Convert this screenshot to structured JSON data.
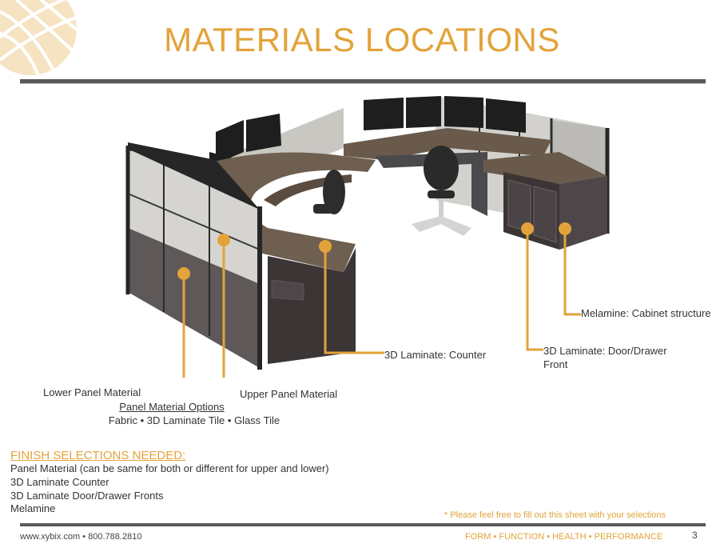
{
  "title": "MATERIALS LOCATIONS",
  "callouts": {
    "lower_panel": "Lower Panel Material",
    "upper_panel": "Upper Panel Material",
    "counter": "3D Laminate: Counter",
    "door_line1": "3D Laminate: Door/Drawer",
    "door_line2": "Front",
    "cabinet": "Melamine: Cabinet structure"
  },
  "panel_options": {
    "heading": "Panel Material Options",
    "list": "Fabric • 3D Laminate Tile • Glass Tile"
  },
  "finish": {
    "heading": "FINISH SELECTIONS NEEDED:",
    "items": [
      "Panel Material (can be same for both or different for upper and lower)",
      "3D Laminate Counter",
      "3D Laminate Door/Drawer Fronts",
      "Melamine"
    ]
  },
  "note": "* Please feel free to fill out this sheet with your selections",
  "footer": {
    "contact": "www.xybix.com  •  800.788.2810",
    "tagline": "FORM • FUNCTION • HEALTH • PERFORMANCE",
    "page": "3"
  },
  "colors": {
    "accent": "#e3a33a",
    "rule": "#5a5a5a",
    "counter": "#6a5a4c",
    "panel_lower": "#5e5858",
    "panel_upper": "#d6d4d0",
    "frame": "#262626"
  }
}
